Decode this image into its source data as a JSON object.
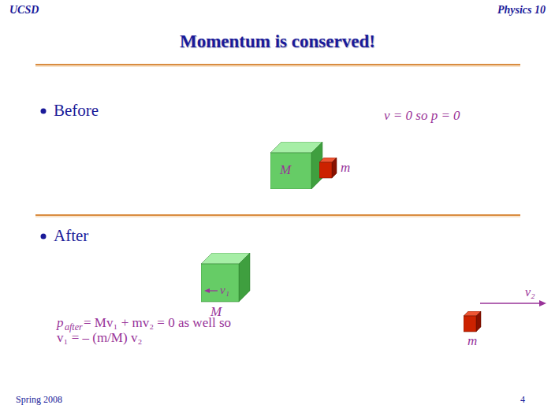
{
  "diagram": {
    "title": "Momentum is conserved!",
    "nodes": [
      {
        "text": [
          "M"
        ]
      },
      {
        "text": [
          "m"
        ]
      },
      {
        "text": [
          "M"
        ]
      },
      {
        "text": [
          "m"
        ]
      }
    ],
    "labels": [
      "UCSD",
      "Physics 10",
      "Before",
      "v = 0 so p = 0",
      "After",
      "v₁",
      "v₂",
      "p",
      "after",
      "= Mv₁ + mv₂ = 0 as well so",
      "v₁ = – (m/M) v₂",
      "Spring 2008",
      "4"
    ]
  }
}
